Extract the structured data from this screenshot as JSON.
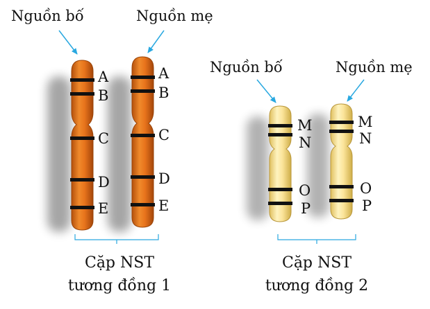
{
  "colors": {
    "orange": "#e8741c",
    "orange_dark": "#b4500c",
    "yellow": "#fbe49a",
    "yellow_dark": "#d8b84e",
    "band": "#111111",
    "arrow": "#29a8e0",
    "bracket": "#29a8e0"
  },
  "pair1": {
    "father_label": "Nguồn bố",
    "mother_label": "Nguồn mẹ",
    "bands": [
      "A",
      "B",
      "C",
      "D",
      "E"
    ],
    "caption_line1": "Cặp NST",
    "caption_line2": "tương đồng 1"
  },
  "pair2": {
    "father_label": "Nguồn bố",
    "mother_label": "Nguồn mẹ",
    "bands": [
      "M",
      "N",
      "O",
      "P"
    ],
    "caption_line1": "Cặp NST",
    "caption_line2": "tương đồng 2"
  }
}
